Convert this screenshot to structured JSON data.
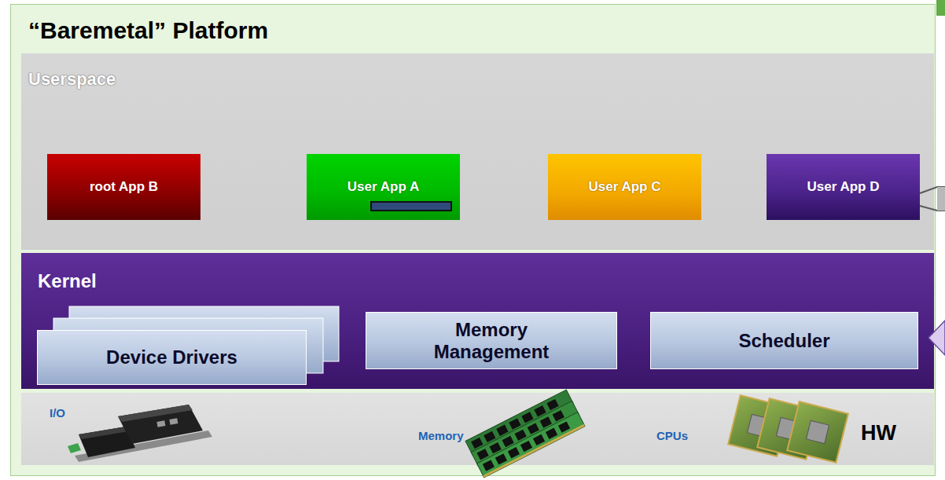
{
  "diagram": {
    "nodes": [
      {
        "text": [
          "“Baremetal” Platform"
        ]
      },
      {
        "text": [
          "Userspace"
        ],
        "in": 0
      },
      {
        "text": [
          "root App B"
        ],
        "in": 1
      },
      {
        "text": [
          "User App A"
        ],
        "in": 1
      },
      {
        "text": [
          "User App C"
        ],
        "in": 1
      },
      {
        "text": [
          "User App D"
        ],
        "in": 1
      },
      {
        "text": [
          "Kernel"
        ],
        "in": 0
      },
      {
        "text": [
          "Device Drivers"
        ],
        "in": 6
      },
      {
        "text": [
          "Memory Management"
        ],
        "in": 6
      },
      {
        "text": [
          "Scheduler"
        ],
        "in": 6
      },
      {
        "text": [
          "I/O",
          "Memory",
          "CPUs",
          "HW"
        ],
        "in": 0
      }
    ]
  }
}
